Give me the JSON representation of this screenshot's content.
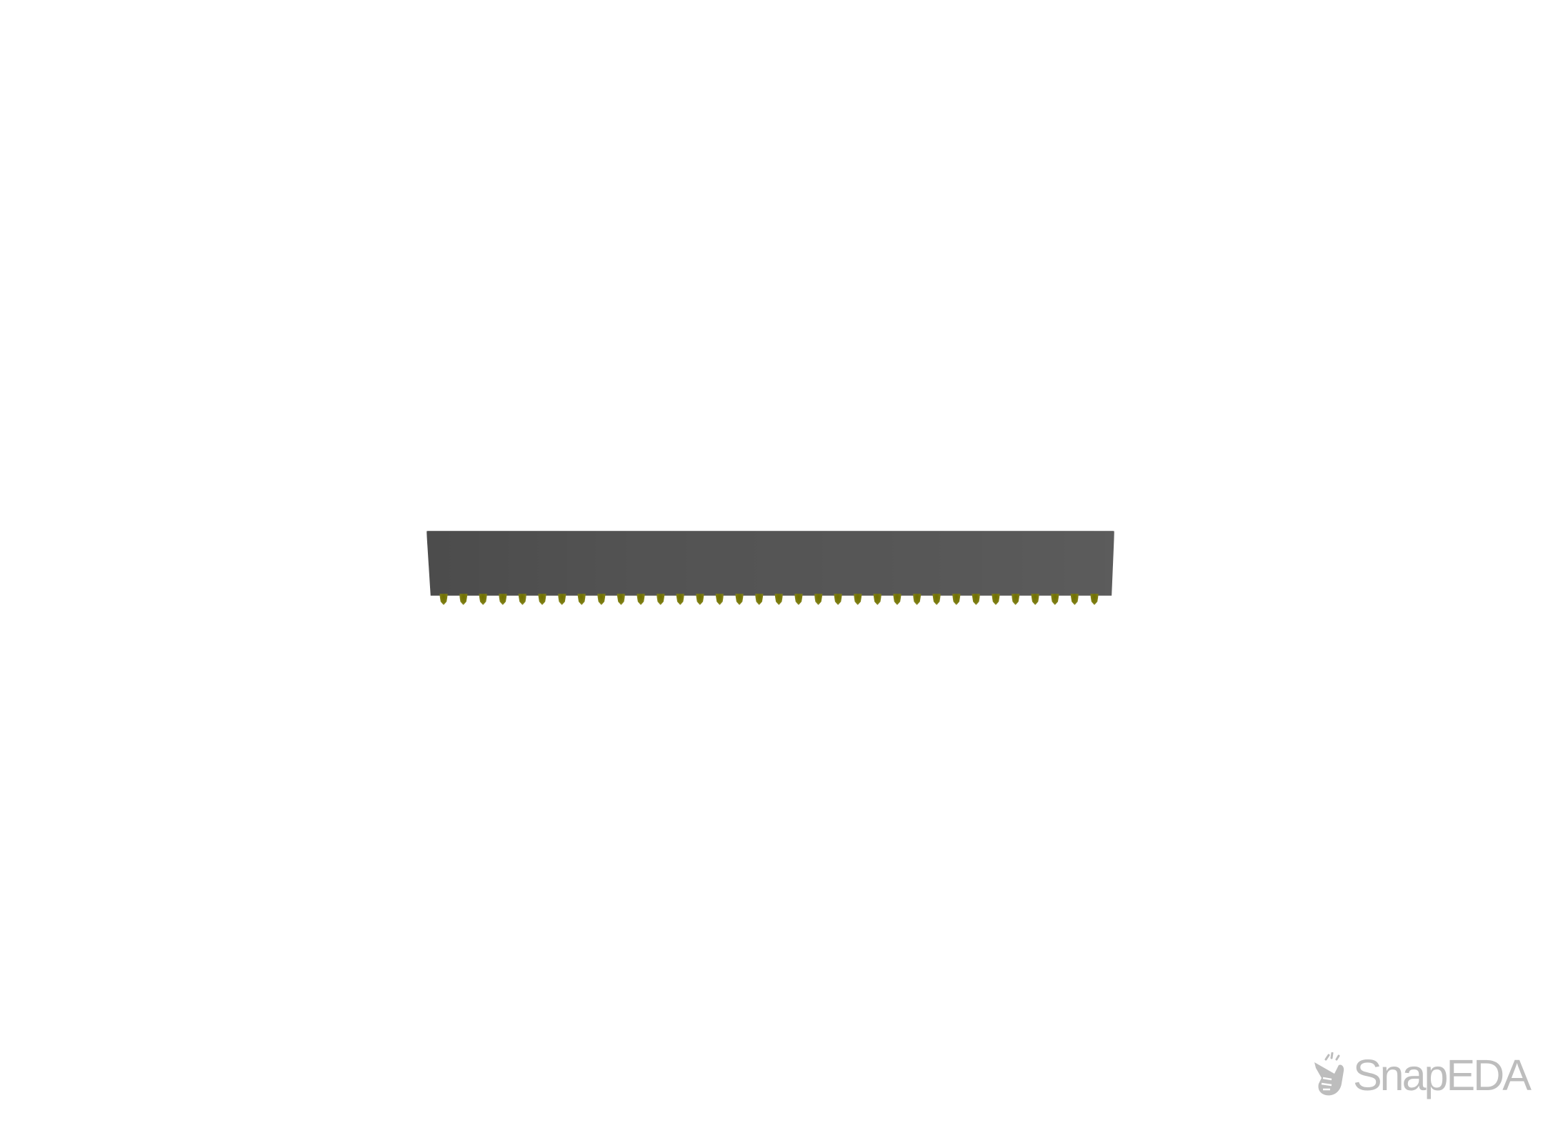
{
  "viewer": {
    "background": "#ffffff",
    "component": {
      "type": "pin-header-connector",
      "view": "side",
      "pin_count": 34,
      "body_color": "#555555",
      "pin_color": "#7a7a0a"
    }
  },
  "watermark": {
    "icon": "snapping-fingers-hand-icon",
    "text": "SnapEDA",
    "color": "#bdbdbd"
  }
}
